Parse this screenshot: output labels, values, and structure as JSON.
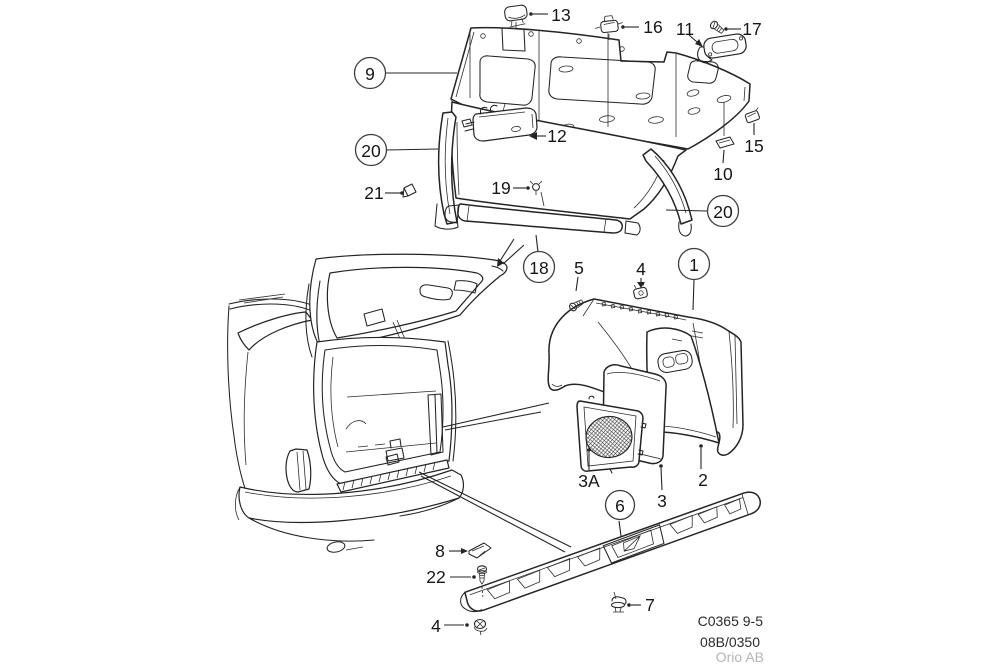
{
  "callouts": {
    "shelf_panel": {
      "label": "9",
      "style": "circled"
    },
    "pillar_trim_left": {
      "label": "20",
      "style": "circled"
    },
    "pillar_trim_right": {
      "label": "20",
      "style": "circled"
    },
    "shelf_trim": {
      "label": "18",
      "style": "circled"
    },
    "side_panel_rear": {
      "label": "1",
      "style": "circled"
    },
    "sill_scuff_plate": {
      "label": "6",
      "style": "circled"
    },
    "clip_13": {
      "label": "13",
      "icon": "clip-icon"
    },
    "clip_16": {
      "label": "16",
      "icon": "clip-icon"
    },
    "handle_11": {
      "label": "11",
      "icon": "handle-icon"
    },
    "screw_17": {
      "label": "17",
      "icon": "screw-icon"
    },
    "lamp_cover_12": {
      "label": "12",
      "icon": "lamp-cover-icon"
    },
    "clip_15": {
      "label": "15",
      "icon": "clip-icon"
    },
    "clip_10": {
      "label": "10",
      "icon": "clip-icon"
    },
    "clip_21": {
      "label": "21",
      "icon": "clip-icon"
    },
    "clip_19": {
      "label": "19",
      "icon": "clip-icon"
    },
    "screw_5": {
      "label": "5",
      "icon": "screw-icon"
    },
    "clip_4_upper": {
      "label": "4",
      "icon": "clip-icon"
    },
    "speaker_cover_3a": {
      "label": "3A"
    },
    "panel_3": {
      "label": "3"
    },
    "panel_2": {
      "label": "2"
    },
    "cover_8": {
      "label": "8",
      "icon": "cover-icon"
    },
    "screw_22": {
      "label": "22",
      "icon": "screw-icon"
    },
    "clip_7": {
      "label": "7",
      "icon": "clip-icon"
    },
    "screw_4_lower": {
      "label": "4",
      "icon": "screw-icon"
    }
  },
  "footer": {
    "drawing_code": "C0365 9-5",
    "page_code": "08B/0350",
    "publisher": "Orio AB"
  },
  "colors": {
    "ink": "#242424",
    "publisher_gray": "#b5b5b5"
  }
}
